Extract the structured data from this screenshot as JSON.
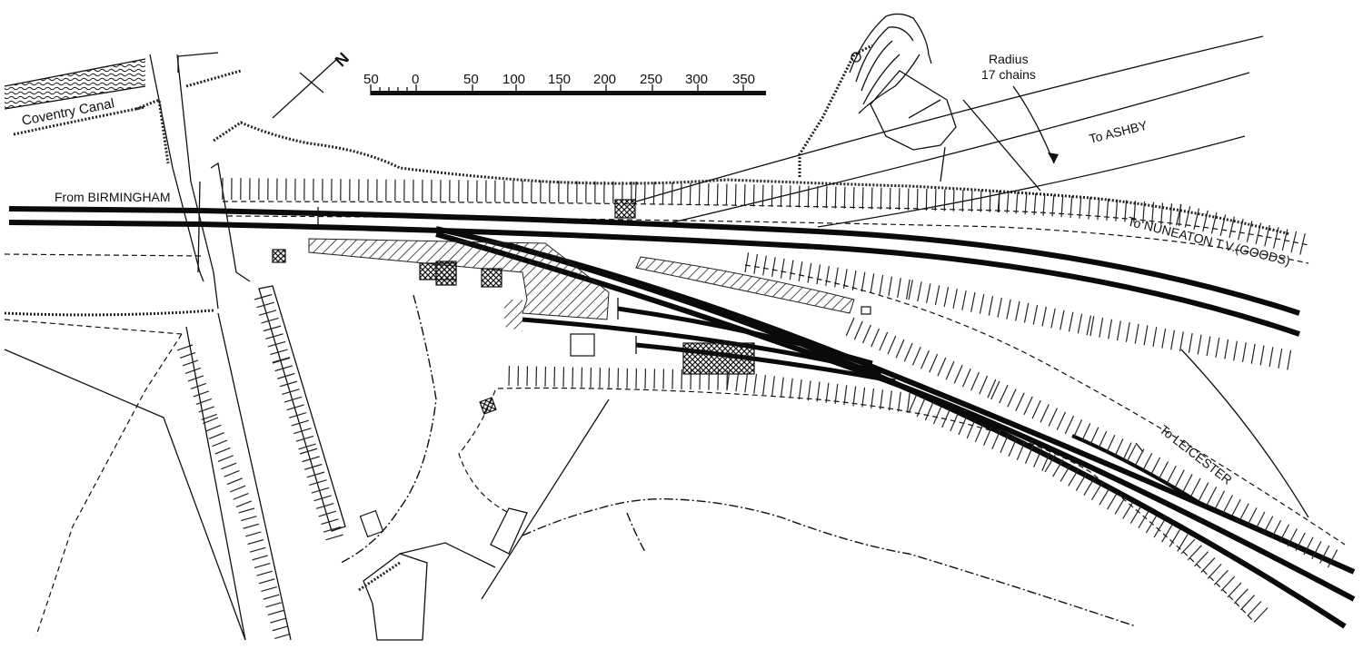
{
  "map": {
    "canal_label": "Coventry Canal",
    "north_label": "N",
    "scale": {
      "ticks": [
        "50",
        "0",
        "50",
        "100",
        "150",
        "200",
        "250",
        "300",
        "350"
      ]
    },
    "labels": {
      "from_birmingham": "From BIRMINGHAM",
      "to_ashby": "To ASHBY",
      "radius_line1": "Radius",
      "radius_line2": "17 chains",
      "to_nuneaton": "To NUNEATON T.V.(GOODS)",
      "to_leicester": "To LEICESTER"
    },
    "colors": {
      "ink": "#0a0a0a",
      "paper": "#ffffff"
    }
  }
}
